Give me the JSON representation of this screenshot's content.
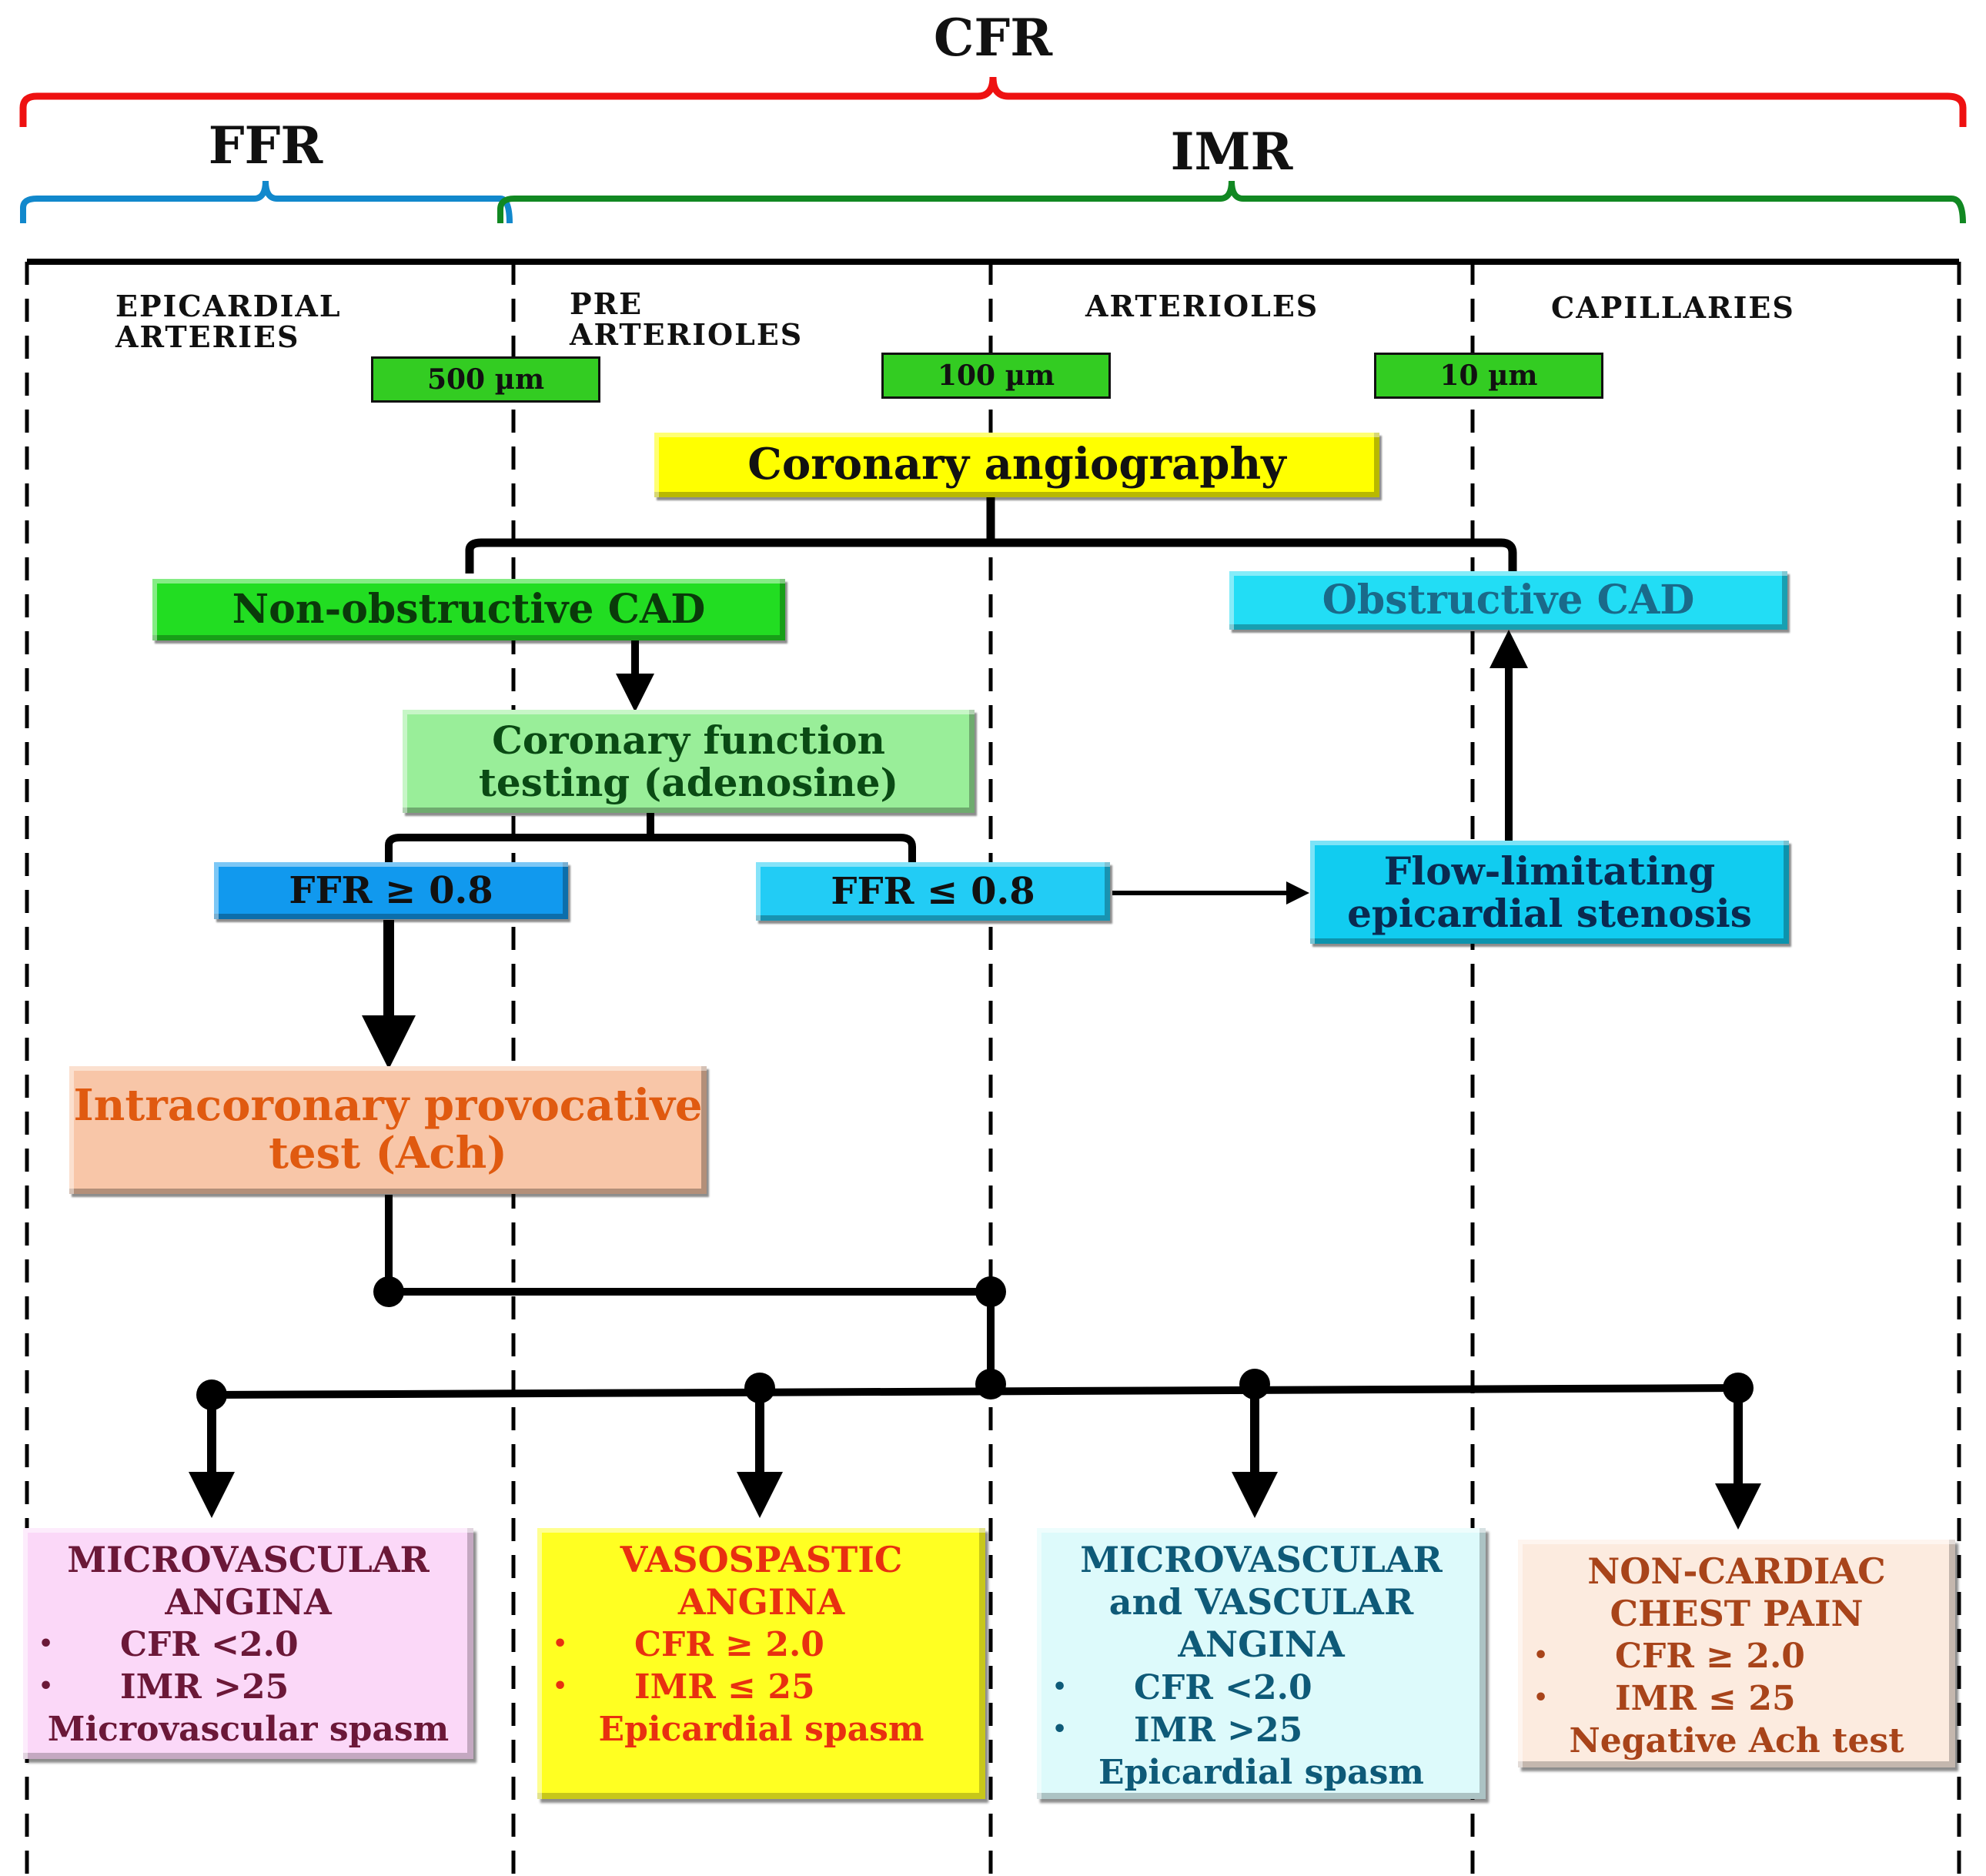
{
  "brackets": {
    "cfr": "CFR",
    "ffr": "FFR",
    "imr": "IMR"
  },
  "columns": {
    "epicardial": [
      "EPICARDIAL",
      "ARTERIES"
    ],
    "prearterioles": [
      "PRE",
      "ARTERIOLES"
    ],
    "arterioles": "ARTERIOLES",
    "capillaries": "CAPILLARIES"
  },
  "sizes": {
    "s500": "500 µm",
    "s100": "100 µm",
    "s10": "10 µm"
  },
  "nodes": {
    "angiography": "Coronary angiography",
    "non_obstructive": "Non-obstructive CAD",
    "obstructive": "Obstructive CAD",
    "function_testing": [
      "Coronary function",
      "testing (adenosine)"
    ],
    "ffr_ge": "FFR ≥ 0.8",
    "ffr_le": "FFR ≤ 0.8",
    "flow_limiting": [
      "Flow-limitating",
      "epicardial stenosis"
    ],
    "provocative": [
      "Intracoronary provocative",
      "test (Ach)"
    ]
  },
  "outcomes": [
    {
      "title": [
        "MICROVASCULAR",
        "ANGINA"
      ],
      "bullets": [
        "CFR <2.0",
        "IMR >25"
      ],
      "footer": "Microvascular spasm"
    },
    {
      "title": [
        "VASOSPASTIC",
        "ANGINA"
      ],
      "bullets": [
        "CFR  ≥ 2.0",
        "IMR ≤ 25"
      ],
      "footer": "Epicardial spasm"
    },
    {
      "title": [
        "MICROVASCULAR",
        "and VASCULAR",
        "ANGINA"
      ],
      "bullets": [
        "CFR <2.0",
        "IMR >25"
      ],
      "footer": "Epicardial spasm"
    },
    {
      "title": [
        "NON-CARDIAC",
        "CHEST PAIN"
      ],
      "bullets": [
        "CFR  ≥ 2.0",
        "IMR ≤ 25"
      ],
      "footer": "Negative Ach test"
    }
  ],
  "bullet_symbol": "•",
  "colors": {
    "cfr_bracket": "#ee1111",
    "ffr_bracket": "#1188cc",
    "imr_bracket": "#118822",
    "angiography": "#ffff00",
    "non_obstructive": "#22dd22",
    "obstructive": "#22ddf5",
    "function_testing": "#99ee99",
    "ffr_ge": "#1199ee",
    "ffr_le": "#22ccf5",
    "flow_limiting": "#11ccf0",
    "provocative": "#f8c6a8",
    "provocative_text": "#e05a10",
    "outcome1_bg": "#fbd8f8",
    "outcome1_text": "#6b1838",
    "outcome2_bg": "#ffff22",
    "outcome2_text": "#e83010",
    "outcome3_bg": "#ddfafb",
    "outcome3_text": "#0e5a78",
    "outcome4_bg": "#fcebdf",
    "outcome4_text": "#a8441a"
  }
}
